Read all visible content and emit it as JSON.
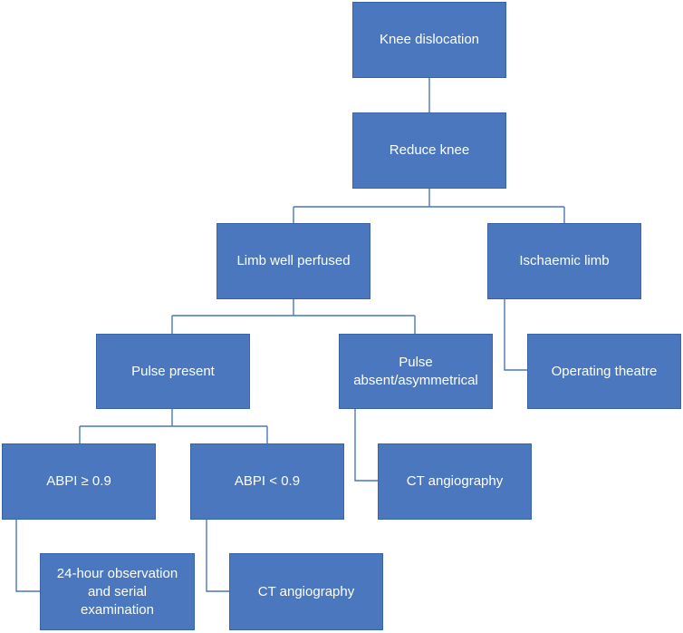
{
  "flowchart": {
    "knee_dislocation": "Knee dislocation",
    "reduce_knee": "Reduce knee",
    "limb_well_perfused": "Limb well perfused",
    "ischaemic_limb": "Ischaemic limb",
    "pulse_present": "Pulse present",
    "pulse_absent_line1": "Pulse",
    "pulse_absent_line2": "absent/asymmetrical",
    "operating_theatre": "Operating theatre",
    "abpi_high": "ABPI ≥ 0.9",
    "abpi_low": "ABPI < 0.9",
    "ct_angiography_right": "CT angiography",
    "observation_line1": "24-hour observation",
    "observation_line2": "and serial",
    "observation_line3": "examination",
    "ct_angiography_bottom": "CT angiography"
  },
  "colors": {
    "node_fill": "#4a77be",
    "node_text": "#ffffff",
    "connector": "#4a77be"
  }
}
